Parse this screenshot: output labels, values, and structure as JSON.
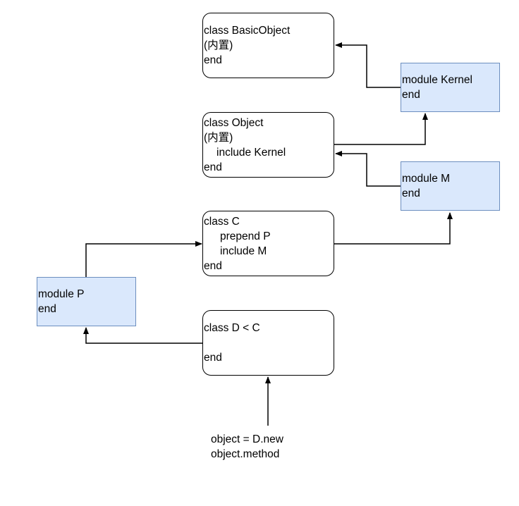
{
  "nodes": {
    "basic_object": {
      "line1": "class BasicObject",
      "line2": "(内置)",
      "line3": "end"
    },
    "object": {
      "line1": "class Object",
      "line2": "(内置)",
      "line3": "include Kernel",
      "line4": "end"
    },
    "class_c": {
      "line1": "class C",
      "line2": "prepend P",
      "line3": "include M",
      "line4": "end"
    },
    "class_d": {
      "line1": "class D < C",
      "line2": "",
      "line3": "end"
    },
    "module_kernel": {
      "line1": "module Kernel",
      "line2": "end"
    },
    "module_m": {
      "line1": "module M",
      "line2": "end"
    },
    "module_p": {
      "line1": "module P",
      "line2": "end"
    }
  },
  "code_snippet": {
    "line1": "object = D.new",
    "line2": "object.method"
  },
  "colors": {
    "module_fill": "#dae8fc",
    "module_stroke": "#6c8ebf",
    "stroke": "#000000"
  }
}
